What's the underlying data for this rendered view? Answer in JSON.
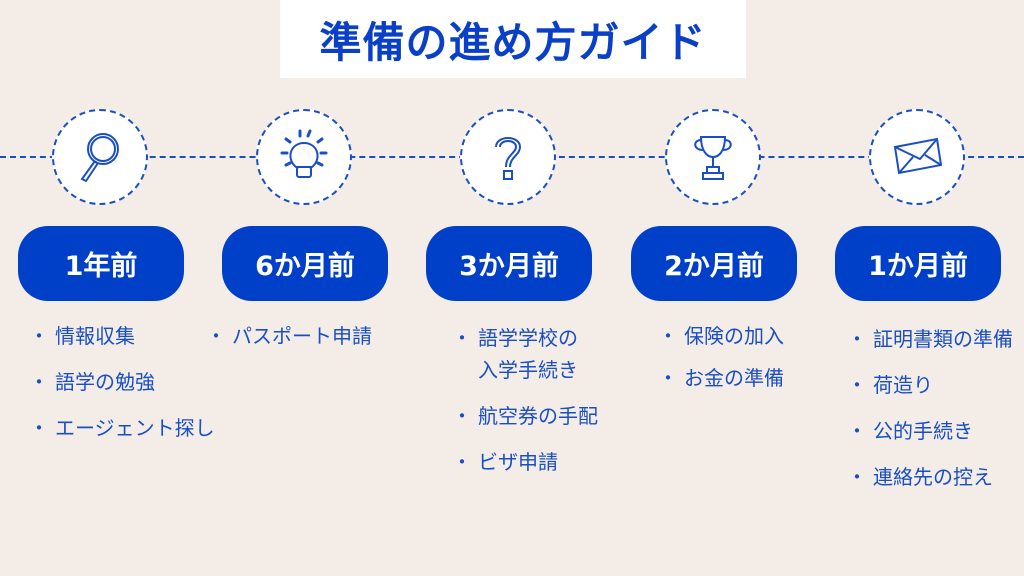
{
  "title": "準備の進め方ガイド",
  "steps": [
    {
      "label": "1年前",
      "icon": "magnifier-icon",
      "items": [
        "情報収集",
        "語学の勉強",
        "エージェント探し"
      ]
    },
    {
      "label": "6か月前",
      "icon": "lightbulb-icon",
      "items": [
        "パスポート申請"
      ]
    },
    {
      "label": "3か月前",
      "icon": "question-icon",
      "items": [
        "語学学校の\n入学手続き",
        "航空券の手配",
        "ビザ申請"
      ]
    },
    {
      "label": "2か月前",
      "icon": "trophy-icon",
      "items": [
        "保険の加入",
        "お金の準備"
      ]
    },
    {
      "label": "1か月前",
      "icon": "envelope-icon",
      "items": [
        "証明書類の準備",
        "荷造り",
        "公的手続き",
        "連絡先の控え"
      ]
    }
  ],
  "colors": {
    "accent": "#0040c8",
    "background": "#f3ece7"
  }
}
